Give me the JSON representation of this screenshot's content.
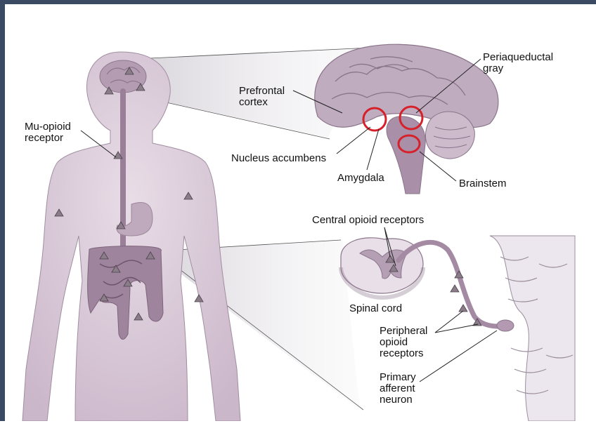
{
  "labels": {
    "mu_opioid_line1": "Mu-opioid",
    "mu_opioid_line2": "receptor",
    "prefrontal_line1": "Prefrontal",
    "prefrontal_line2": "cortex",
    "periaqueductal_line1": "Periaqueductal",
    "periaqueductal_line2": "gray",
    "nucleus_accumbens": "Nucleus accumbens",
    "amygdala": "Amygdala",
    "brainstem": "Brainstem",
    "central_opioid": "Central opioid receptors",
    "spinal_cord": "Spinal cord",
    "peripheral_line1": "Peripheral",
    "peripheral_line2": "opioid",
    "peripheral_line3": "receptors",
    "primary_line1": "Primary",
    "primary_line2": "afferent",
    "primary_line3": "neuron"
  },
  "colors": {
    "frame": "#3b4a63",
    "body_fill": "#d9cbd8",
    "organ_fill": "#a88ea6",
    "brain_fill": "#b7a1b6",
    "receptor_marker": "#8a7c88",
    "highlight_circle": "#d6202a",
    "cone_fill": "#e4e1e6"
  }
}
